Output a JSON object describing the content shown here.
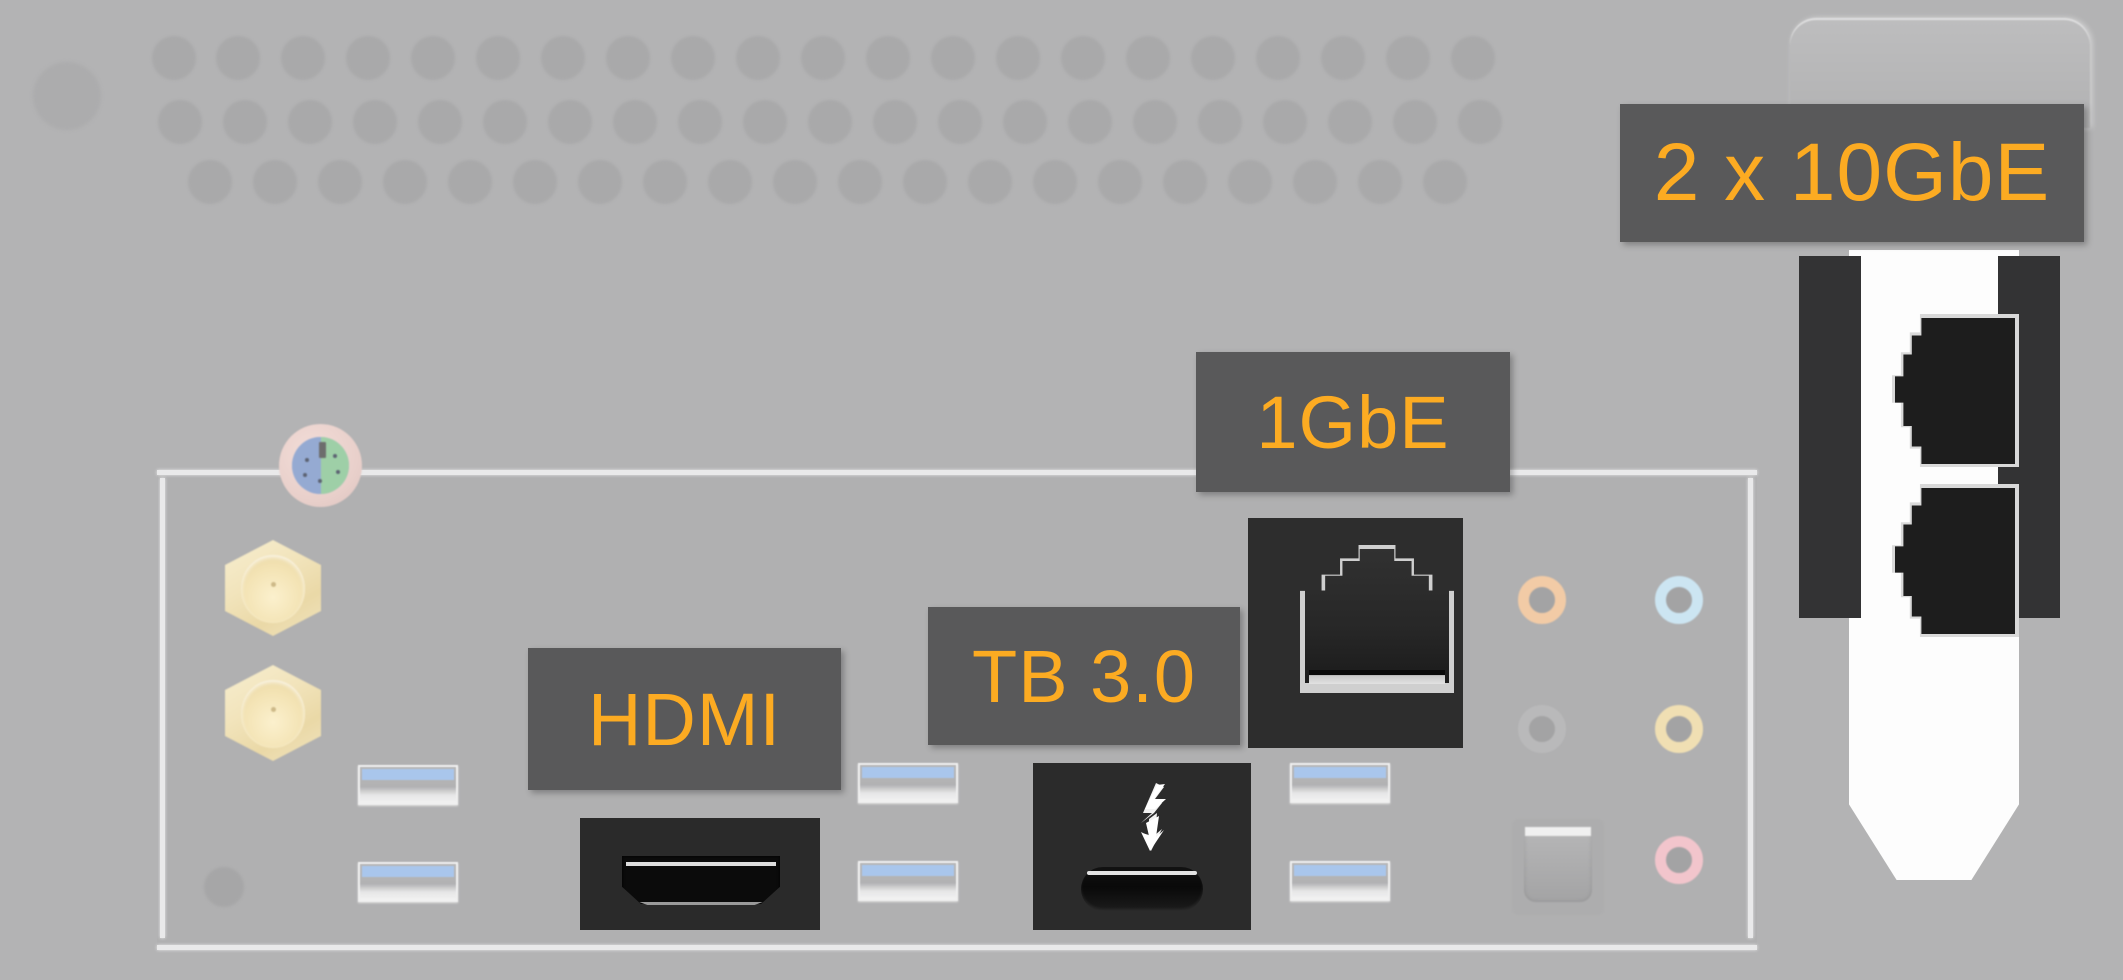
{
  "image": {
    "subject": "motherboard-rear-io-panel",
    "background_color": "#b3b3b4",
    "panel_color": "#b0b0b1"
  },
  "callouts": [
    {
      "id": "10gbe",
      "text": "2 x 10GbE",
      "box_color": "#59595a",
      "text_color": "#fcab22"
    },
    {
      "id": "1gbe",
      "text": "1GbE",
      "box_color": "#59595a",
      "text_color": "#fcab22"
    },
    {
      "id": "tb",
      "text": "TB 3.0",
      "box_color": "#59595a",
      "text_color": "#fcab22"
    },
    {
      "id": "hdmi",
      "text": "HDMI",
      "box_color": "#59595a",
      "text_color": "#fcab22"
    }
  ],
  "ports": {
    "antennas": [
      {
        "name": "wifi-antenna-connector-top",
        "color": "#f3e3b4"
      },
      {
        "name": "wifi-antenna-connector-bottom",
        "color": "#f3e3b4"
      }
    ],
    "ps2": {
      "name": "ps2-combo-port",
      "colors": [
        "#95aad2",
        "#9ecfa7"
      ]
    },
    "usb": [
      {
        "name": "usb-3-port-1",
        "tab_color": "#a9c6ec"
      },
      {
        "name": "usb-3-port-2",
        "tab_color": "#a9c6ec"
      },
      {
        "name": "usb-3-port-3",
        "tab_color": "#a9c6ec"
      },
      {
        "name": "usb-3-port-4",
        "tab_color": "#a9c6ec"
      },
      {
        "name": "usb-3-port-5",
        "tab_color": "#a9c6ec"
      },
      {
        "name": "usb-3-port-6",
        "tab_color": "#a9c6ec"
      }
    ],
    "hdmi": {
      "name": "hdmi-port"
    },
    "thunderbolt": {
      "name": "thunderbolt-3-port",
      "icon": "lightning-bolt-icon"
    },
    "rj45_1gbe": {
      "name": "rj45-1gbe-port"
    },
    "rj45_10gbe": [
      {
        "name": "rj45-10gbe-port-top"
      },
      {
        "name": "rj45-10gbe-port-bottom"
      }
    ],
    "audio_jacks": [
      {
        "name": "audio-jack-center-subwoofer",
        "color": "#f2cba6"
      },
      {
        "name": "audio-jack-line-in",
        "color": "#cce5f2"
      },
      {
        "name": "audio-jack-side-surround",
        "color": "#b9b9ba"
      },
      {
        "name": "audio-jack-rear-surround",
        "color": "#f0dfb3"
      },
      {
        "name": "audio-jack-mic-in",
        "color": "#f2c5cc"
      }
    ],
    "spdif": {
      "name": "spdif-optical-out-port"
    }
  },
  "card": {
    "name": "10gbe-network-card",
    "bracket_color": "#fdfdfd",
    "rail_color": "#333334"
  }
}
